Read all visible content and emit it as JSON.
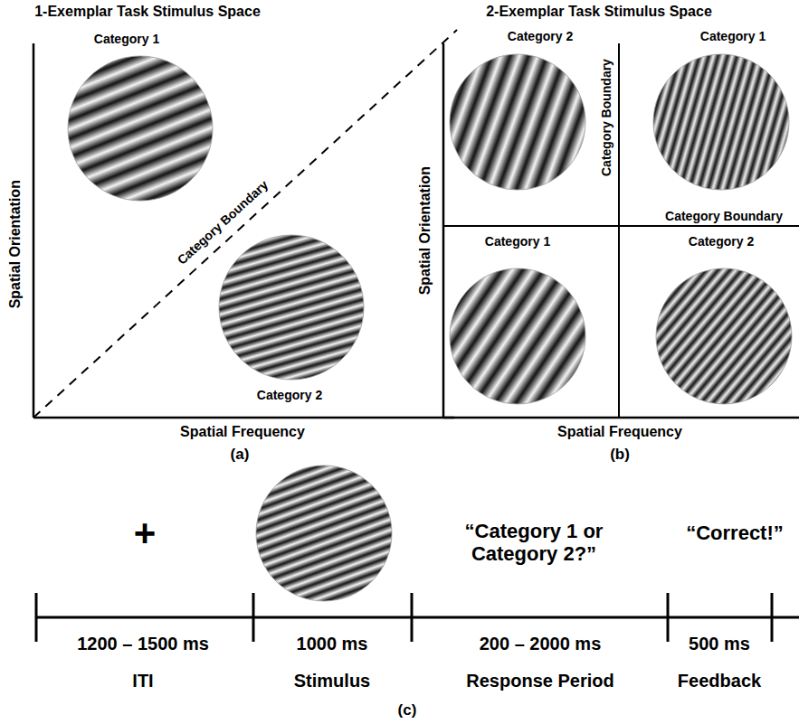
{
  "diagram": {
    "labels": [
      "1-Exemplar Task Stimulus Space",
      "Category 1",
      "Category Boundary",
      "Spatial Orientation",
      "Category 2",
      "Spatial Frequency",
      "(a)",
      "2-Exemplar Task Stimulus Space",
      "Category 2",
      "Category 1",
      "Category Boundary",
      "Category Boundary",
      "Spatial Orientation",
      "Category 1",
      "Category 2",
      "Spatial Frequency",
      "(b)",
      "+",
      "“Category 1 or Category 2?”",
      "“Correct!”",
      "1200 – 1500 ms",
      "ITI",
      "1000 ms",
      "Stimulus",
      "200 – 2000 ms",
      "Response Period",
      "500 ms",
      "Feedback",
      "(c)"
    ]
  }
}
